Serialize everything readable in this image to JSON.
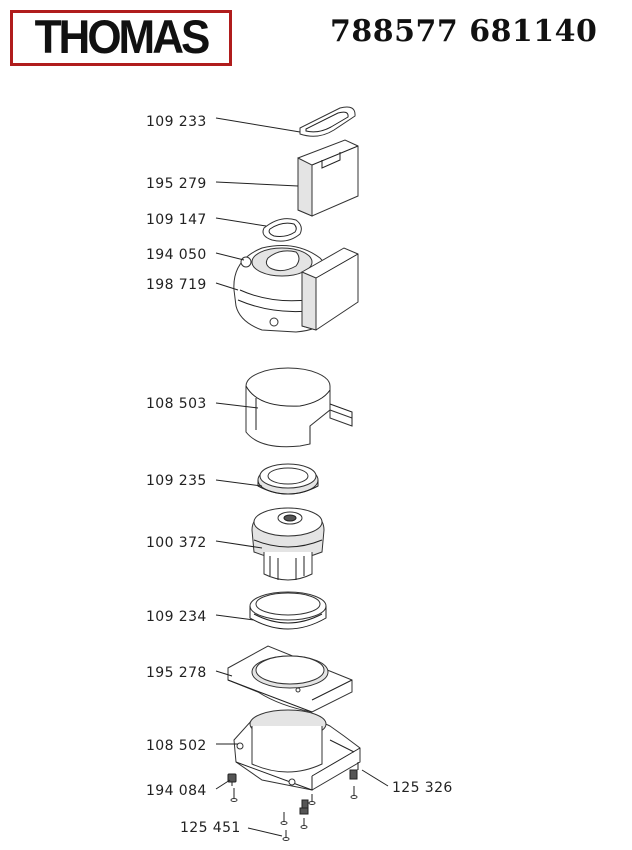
{
  "header": {
    "brand": "THOMAS",
    "code": "788577 681140"
  },
  "parts": [
    {
      "id": "p1",
      "number": "109 233"
    },
    {
      "id": "p2",
      "number": "195 279"
    },
    {
      "id": "p3",
      "number": "109 147"
    },
    {
      "id": "p4",
      "number": "194 050"
    },
    {
      "id": "p5",
      "number": "198 719"
    },
    {
      "id": "p6",
      "number": "108 503"
    },
    {
      "id": "p7",
      "number": "109 235"
    },
    {
      "id": "p8",
      "number": "100 372"
    },
    {
      "id": "p9",
      "number": "109 234"
    },
    {
      "id": "p10",
      "number": "195 278"
    },
    {
      "id": "p11",
      "number": "108 502"
    },
    {
      "id": "p12",
      "number": "194 084"
    },
    {
      "id": "p13",
      "number": "125 326"
    },
    {
      "id": "p14",
      "number": "125 451"
    }
  ],
  "colors": {
    "logo_border": "#b01c1c",
    "ink": "#222222"
  }
}
